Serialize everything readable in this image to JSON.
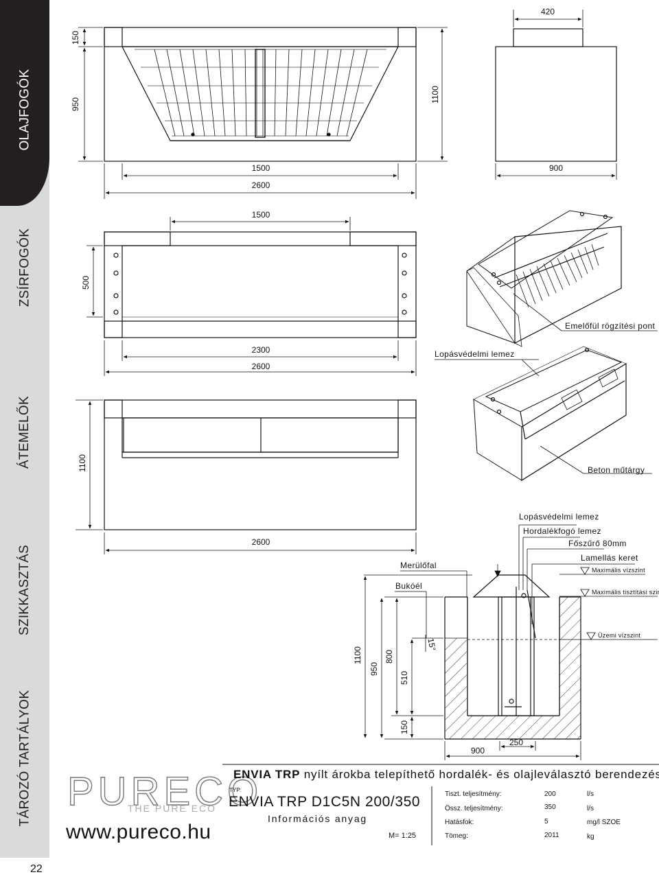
{
  "sidebar": {
    "tabs": [
      {
        "label": "OLAJFOGÓK",
        "active": true
      },
      {
        "label": "ZSÍRFOGÓK",
        "active": false
      },
      {
        "label": "ÁTEMELŐK",
        "active": false
      },
      {
        "label": "SZIKKASZTÁS",
        "active": false
      },
      {
        "label": "TÁROZÓ TARTÁLYOK",
        "active": false
      }
    ]
  },
  "page_number": "22",
  "dimensions": {
    "front_view": {
      "height_top": "150",
      "height_main": "950",
      "height_total": "1100",
      "width_inner": "1500",
      "width_total": "2600"
    },
    "side_view": {
      "width_top": "420",
      "width_total": "900"
    },
    "top_view": {
      "width_inner": "1500",
      "depth": "500",
      "width_mid": "2300",
      "width_total": "2600"
    },
    "section_view": {
      "height": "1100",
      "width": "2600"
    },
    "cross_section": {
      "h1100": "1100",
      "h950": "950",
      "h800": "800",
      "h510": "510",
      "h150": "150",
      "angle": "15°",
      "w900": "900",
      "w250": "250"
    }
  },
  "labels": {
    "lifting_ear": "Emelőfül rögzítési pont",
    "protective_plate_1": "Lopásvédelmi lemez",
    "concrete": "Beton műtárgy",
    "protective_plate_2": "Lopásvédelmi lemez",
    "sediment_plate": "Hordalékfogó lemez",
    "main_filter": "Főszűrő 80mm",
    "lamella_frame": "Lamellás keret",
    "max_water": "Maximális vízszint",
    "max_clean": "Maximális tisztítási szint",
    "operating_level": "Üzemi vízszint",
    "immersion_wall": "Merülőfal",
    "overflow_edge": "Bukóél"
  },
  "footer": {
    "logo_text": "PURECO",
    "logo_subtitle": "THE PURE ECO",
    "website": "www.pureco.hu",
    "brand": "ENVIA TRP",
    "product_description": " nyílt árokba telepíthető hordalék- és olajleválasztó berendezés",
    "typ_label": "TYP:",
    "model": "ENVIA TRP D1C5N 200/350",
    "info": "Információs anyag",
    "scale": "M= 1:25",
    "specs": [
      {
        "label": "Tiszt. teljesítmény:",
        "value": "200",
        "unit": "l/s"
      },
      {
        "label": "Össz. teljesítmény:",
        "value": "350",
        "unit": "l/s"
      },
      {
        "label": "Hatásfok:",
        "value": "5",
        "unit": "mg/l SZOE"
      },
      {
        "label": "Tömeg:",
        "value": "2011",
        "unit": "kg"
      }
    ]
  }
}
